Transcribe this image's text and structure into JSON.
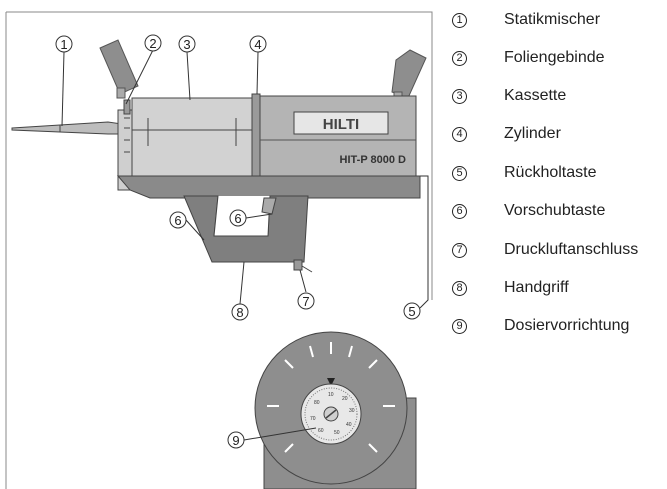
{
  "diagram": {
    "brand_logo_text": "HILTI",
    "model_label": "HIT-P 8000 D",
    "dial_numbers": [
      "10",
      "20",
      "30",
      "40",
      "50",
      "60",
      "70",
      "80"
    ]
  },
  "callouts": [
    {
      "num": "1"
    },
    {
      "num": "2"
    },
    {
      "num": "3"
    },
    {
      "num": "4"
    },
    {
      "num": "5"
    },
    {
      "num": "6"
    },
    {
      "num": "6"
    },
    {
      "num": "7"
    },
    {
      "num": "8"
    },
    {
      "num": "9"
    }
  ],
  "legend": [
    {
      "num": "1",
      "label": "Statikmischer"
    },
    {
      "num": "2",
      "label": "Foliengebinde"
    },
    {
      "num": "3",
      "label": "Kassette"
    },
    {
      "num": "4",
      "label": "Zylinder"
    },
    {
      "num": "5",
      "label": "Rückholtaste"
    },
    {
      "num": "6",
      "label": "Vorschubtaste"
    },
    {
      "num": "7",
      "label": "Druckluftanschluss"
    },
    {
      "num": "8",
      "label": "Handgriff"
    },
    {
      "num": "9",
      "label": "Dosiervorrichtung"
    }
  ]
}
